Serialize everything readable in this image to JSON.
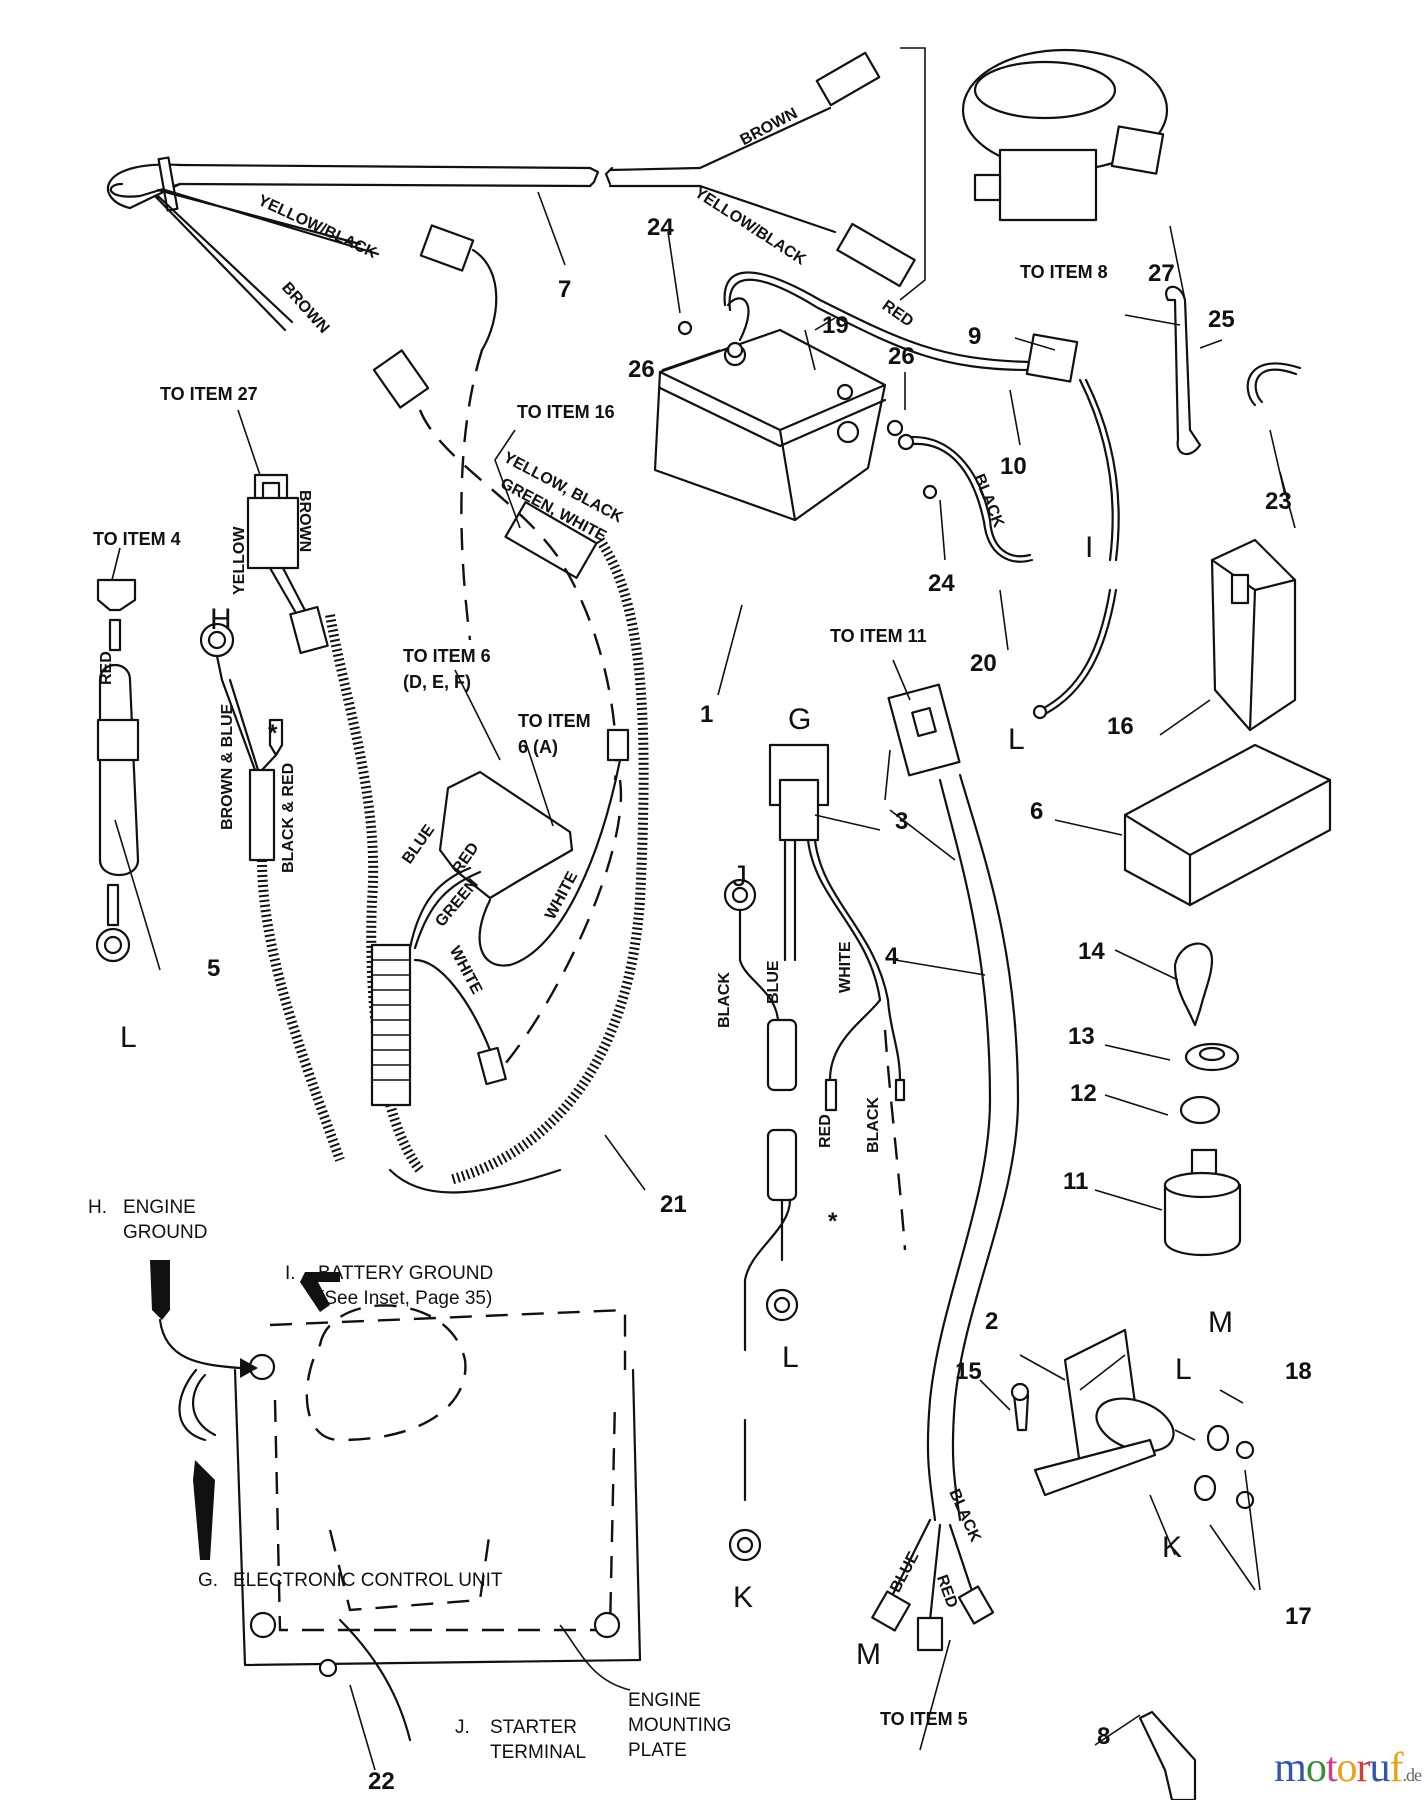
{
  "diagram": {
    "type": "wiring-harness-parts-diagram",
    "part_numbers": [
      "1",
      "2",
      "3",
      "4",
      "5",
      "6",
      "7",
      "8",
      "9",
      "10",
      "11",
      "12",
      "13",
      "14",
      "15",
      "16",
      "17",
      "18",
      "19",
      "20",
      "21",
      "22",
      "23",
      "24",
      "25",
      "26",
      "27"
    ],
    "callouts": {
      "p1": "1",
      "p2": "2",
      "p3": "3",
      "p4": "4",
      "p5": "5",
      "p6": "6",
      "p7": "7",
      "p8": "8",
      "p9": "9",
      "p10": "10",
      "p11": "11",
      "p12": "12",
      "p13": "13",
      "p14": "14",
      "p15": "15",
      "p16": "16",
      "p17": "17",
      "p18": "18",
      "p19": "19",
      "p20": "20",
      "p21": "21",
      "p22": "22",
      "p23": "23",
      "p24a": "24",
      "p24b": "24",
      "p25": "25",
      "p26a": "26",
      "p26b": "26",
      "p27": "27"
    },
    "connection_letters": {
      "g": "G",
      "h": "H",
      "i": "I",
      "j": "J",
      "k1": "K",
      "k2": "K",
      "l1": "L",
      "l2": "L",
      "l3": "L",
      "l4": "L",
      "m1": "M",
      "m2": "M"
    },
    "references": {
      "to_item_8": "TO ITEM 8",
      "to_item_27": "TO ITEM 27",
      "to_item_16": "TO ITEM 16",
      "to_item_4": "TO ITEM 4",
      "to_item_6_def_l1": "TO ITEM 6",
      "to_item_6_def_l2": "(D, E, F)",
      "to_item_6_a_l1": "TO ITEM",
      "to_item_6_a_l2": "6 (A)",
      "to_item_11": "TO ITEM 11",
      "to_item_5": "TO ITEM 5"
    },
    "wire_colors": {
      "w7_yellow_black": "YELLOW/BLACK",
      "w7_brown": "BROWN",
      "w7r_brown": "BROWN",
      "w7r_yellow_black": "YELLOW/BLACK",
      "w9_red": "RED",
      "w20_black": "BLACK",
      "w16_l1": "YELLOW, BLACK",
      "w16_l2": "GREEN, WHITE",
      "w27_yellow": "YELLOW",
      "w27_brown": "BROWN",
      "w5_red": "RED",
      "wh_brown_blue": "BROWN & BLUE",
      "wh_black_red": "BLACK & RED",
      "w6_blue": "BLUE",
      "w6_red": "RED",
      "w6_green": "GREEN",
      "w6_white": "WHITE",
      "w6a_white": "WHITE",
      "w3_black": "BLACK",
      "w3_blue": "BLUE",
      "w3_white": "WHITE",
      "w3_red": "RED",
      "w3_black2": "BLACK",
      "w4_blue": "BLUE",
      "w4_red": "RED",
      "w4_black": "BLACK"
    },
    "asterisk": "*",
    "engine_notes": {
      "h_label": "H.",
      "h_l1": "ENGINE",
      "h_l2": "GROUND",
      "i_label": "I.",
      "i_l1": "BATTERY GROUND",
      "i_l2": "(See Inset, Page 35)",
      "g_label": "G.",
      "g_text": "ELECTRONIC CONTROL UNIT",
      "j_label": "J.",
      "j_l1": "STARTER",
      "j_l2": "TERMINAL",
      "plate_l1": "ENGINE",
      "plate_l2": "MOUNTING",
      "plate_l3": "PLATE"
    }
  },
  "watermark": {
    "letters": [
      "m",
      "o",
      "t",
      "o",
      "r",
      "u",
      "f"
    ],
    "colors": [
      "#3355aa",
      "#3a8f3a",
      "#d23c8c",
      "#e6a21e",
      "#d23c3c",
      "#3355aa",
      "#e6a21e"
    ],
    "tld": ".de"
  }
}
